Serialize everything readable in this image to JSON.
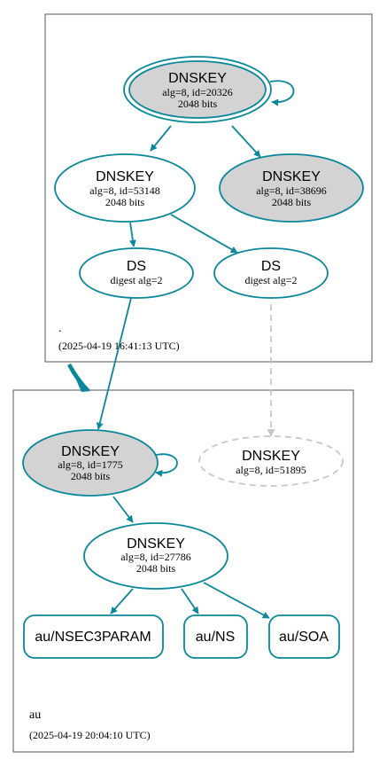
{
  "zones": {
    "root": {
      "name": ".",
      "timestamp": "(2025-04-19 16:41:13 UTC)"
    },
    "au": {
      "name": "au",
      "timestamp": "(2025-04-19 20:04:10 UTC)"
    }
  },
  "nodes": {
    "root_ksk": {
      "title": "DNSKEY",
      "line1": "alg=8, id=20326",
      "line2": "2048 bits"
    },
    "root_zsk1": {
      "title": "DNSKEY",
      "line1": "alg=8, id=53148",
      "line2": "2048 bits"
    },
    "root_zsk2": {
      "title": "DNSKEY",
      "line1": "alg=8, id=38696",
      "line2": "2048 bits"
    },
    "ds1": {
      "title": "DS",
      "line1": "digest alg=2"
    },
    "ds2": {
      "title": "DS",
      "line1": "digest alg=2"
    },
    "au_ksk": {
      "title": "DNSKEY",
      "line1": "alg=8, id=1775",
      "line2": "2048 bits"
    },
    "au_missing": {
      "title": "DNSKEY",
      "line1": "alg=8, id=51895"
    },
    "au_zsk": {
      "title": "DNSKEY",
      "line1": "alg=8, id=27786",
      "line2": "2048 bits"
    },
    "rr_nsec3param": {
      "label": "au/NSEC3PARAM"
    },
    "rr_ns": {
      "label": "au/NS"
    },
    "rr_soa": {
      "label": "au/SOA"
    }
  },
  "colors": {
    "edge": "#0a879a",
    "ksk_fill": "#d3d3d3",
    "missing": "#c8c8c8",
    "zone_border": "#555555"
  }
}
